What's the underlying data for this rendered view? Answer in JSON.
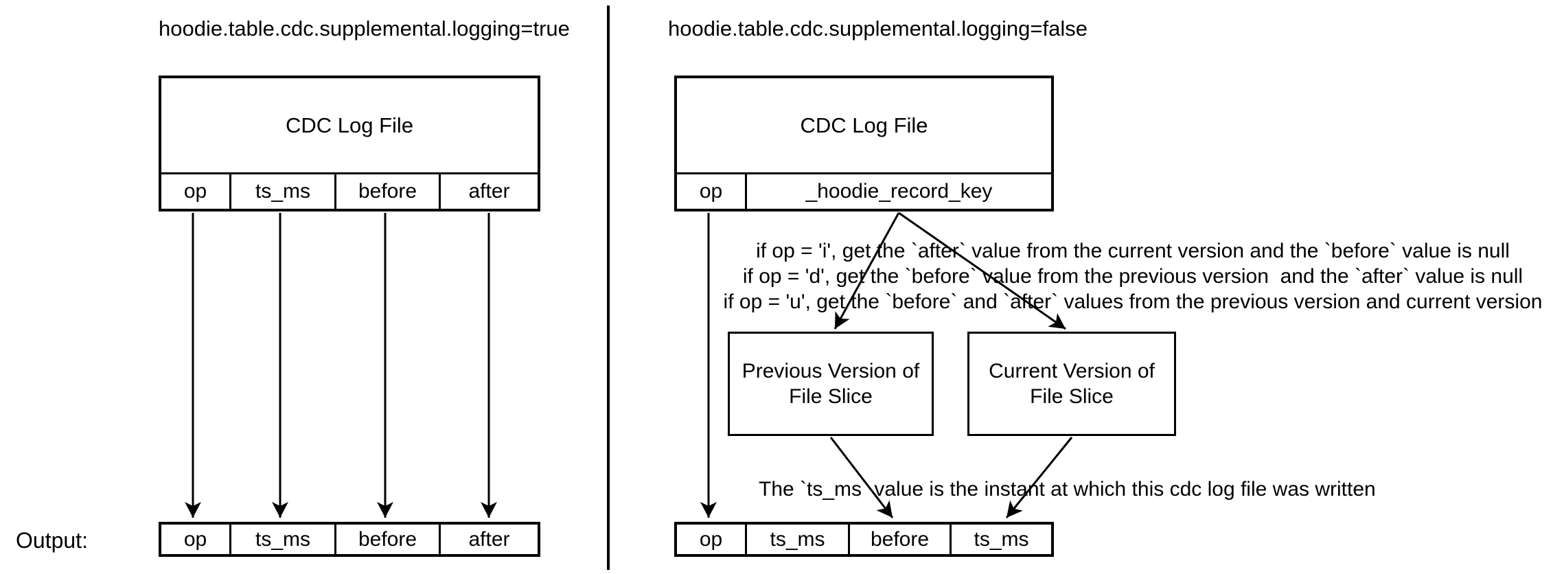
{
  "colors": {
    "ink": "#000000",
    "background": "#ffffff"
  },
  "left_panel": {
    "title": "hoodie.table.cdc.supplemental.logging=true",
    "log_file": {
      "title": "CDC Log File",
      "columns": [
        "op",
        "ts_ms",
        "before",
        "after"
      ]
    },
    "output_label": "Output:",
    "output_columns": [
      "op",
      "ts_ms",
      "before",
      "after"
    ]
  },
  "right_panel": {
    "title": "hoodie.table.cdc.supplemental.logging=false",
    "log_file": {
      "title": "CDC Log File",
      "columns": [
        "op",
        "_hoodie_record_key"
      ]
    },
    "op_notes": {
      "line1": "if op = 'i', get the `after` value from the current version and the `before` value is null",
      "line2": "if op = 'd', get the `before` value from the previous version  and the `after` value is null",
      "line3": "if op = 'u', get the `before` and `after` values from the previous version and current version"
    },
    "previous_box": {
      "line1": "Previous Version of",
      "line2": "File Slice"
    },
    "current_box": {
      "line1": "Current Version of",
      "line2": "File Slice"
    },
    "ts_note": "The `ts_ms` value is the instant at which this cdc log file was written",
    "output_columns": [
      "op",
      "ts_ms",
      "before",
      "ts_ms"
    ]
  }
}
